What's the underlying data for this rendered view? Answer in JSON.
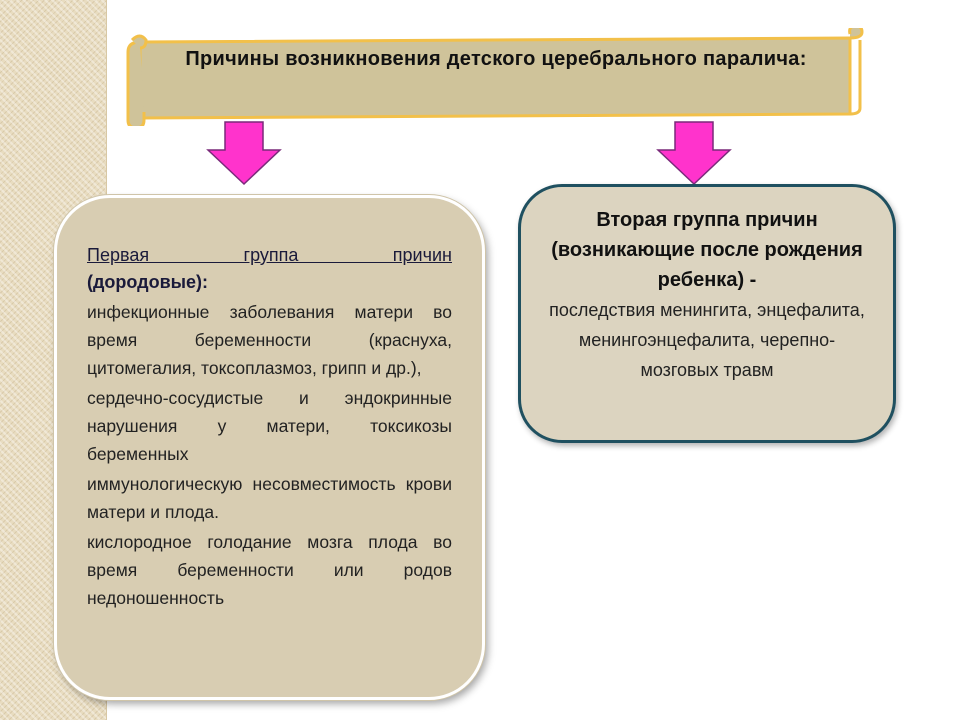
{
  "title": "Причины возникновения детского церебрального паралича:",
  "first_group": {
    "heading_underlined": "Первая группа причин",
    "heading_bold": "(дородовые):",
    "items": [
      "инфекционные заболевания матери во время беременности (краснуха, цитомегалия, токсоплазмоз, грипп и др.),",
      "сердечно-сосудистые и эндокринные нарушения у матери, токсикозы беременных",
      "иммунологическую несовместимость крови матери и плода.",
      "кислородное голодание мозга плода во время беременности или родов недоношенность"
    ]
  },
  "second_group": {
    "heading": "Вторая группа причин (возникающие после рождения ребенка)",
    "dash": " -",
    "body": "последствия менингита, энцефалита, менингоэнцефалита, черепно-мозговых травм"
  },
  "colors": {
    "arrow_fill": "#ff33cc",
    "scroll_fill": "#cfc39a",
    "scroll_border": "#f2c04a",
    "left_box_fill": "#d8cdb2",
    "right_box_fill": "#dcd4c0",
    "right_box_border": "#1f5060"
  }
}
